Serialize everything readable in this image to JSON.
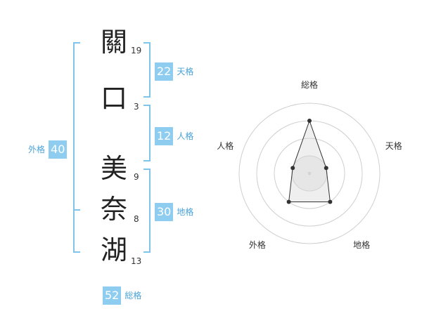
{
  "name": {
    "characters": [
      {
        "char": "關",
        "strokes": "19"
      },
      {
        "char": "口",
        "strokes": "3"
      },
      {
        "char": "美",
        "strokes": "9"
      },
      {
        "char": "奈",
        "strokes": "8"
      },
      {
        "char": "湖",
        "strokes": "13"
      }
    ]
  },
  "scores": {
    "tenkaku": {
      "value": "22",
      "label": "天格"
    },
    "jinkaku": {
      "value": "12",
      "label": "人格"
    },
    "chikaku": {
      "value": "30",
      "label": "地格"
    },
    "gaikaku": {
      "value": "40",
      "label": "外格"
    },
    "soukaku": {
      "value": "52",
      "label": "総格"
    }
  },
  "colors": {
    "accent": "#8fcdf0",
    "accent_text": "#4aa3d8",
    "bracket": "#7fc4ec"
  },
  "chart_data": {
    "type": "radar",
    "axes": [
      "総格",
      "天格",
      "地格",
      "外格",
      "人格"
    ],
    "values": [
      0.75,
      0.25,
      0.5,
      0.5,
      0.25
    ],
    "rings": 4
  }
}
